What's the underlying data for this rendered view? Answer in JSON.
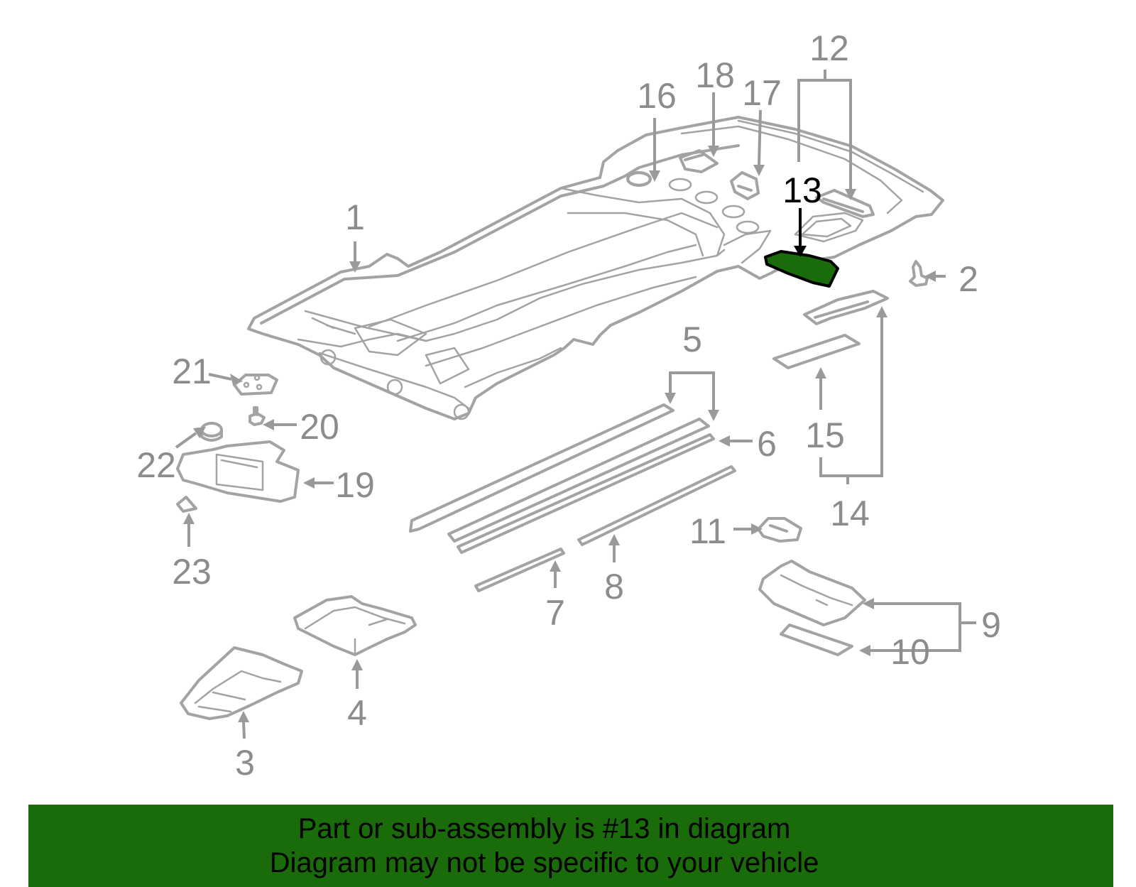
{
  "highlight": {
    "part_number": "13",
    "fill_color": "#1a6b0a",
    "outline_color": "#000000"
  },
  "colors": {
    "linework": "#a3a3a3",
    "label": "#8c8c8c",
    "highlight_label": "#000000",
    "banner_bg": "#1a6b0a",
    "banner_text": "#000000"
  },
  "callouts": {
    "c1": "1",
    "c2": "2",
    "c3": "3",
    "c4": "4",
    "c5": "5",
    "c6": "6",
    "c7": "7",
    "c8": "8",
    "c9": "9",
    "c10": "10",
    "c11": "11",
    "c12": "12",
    "c13": "13",
    "c14": "14",
    "c15": "15",
    "c16": "16",
    "c17": "17",
    "c18": "18",
    "c19": "19",
    "c20": "20",
    "c21": "21",
    "c22": "22",
    "c23": "23"
  },
  "banner": {
    "line1": "Part or sub-assembly is #13 in diagram",
    "line2": "Diagram may not be specific to your vehicle"
  }
}
